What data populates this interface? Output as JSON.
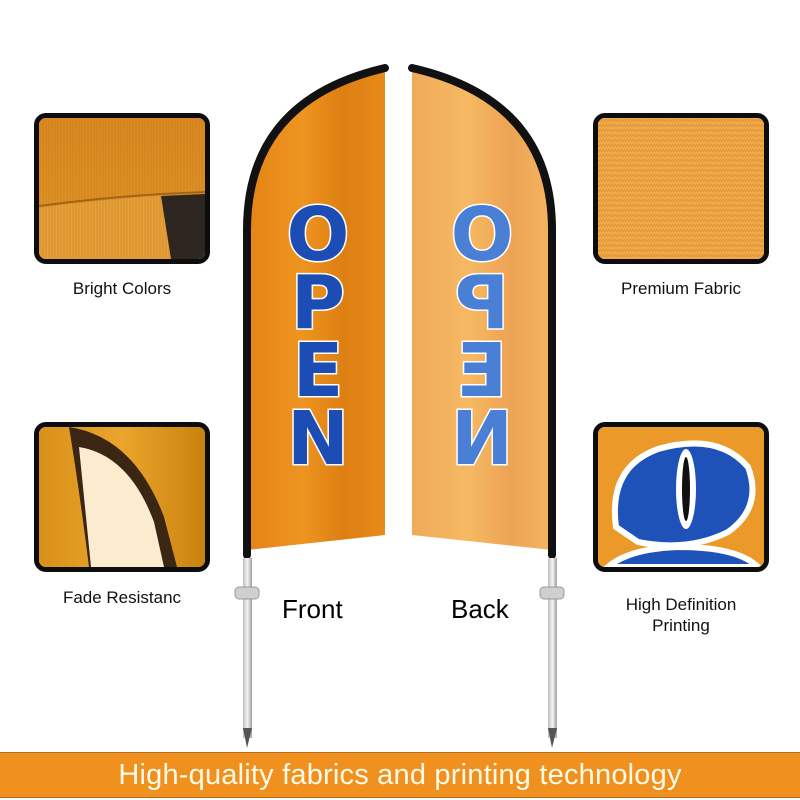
{
  "features": [
    {
      "id": "bright-colors",
      "label": "Bright Colors"
    },
    {
      "id": "premium-fabric",
      "label": "Premium Fabric"
    },
    {
      "id": "fade-resistance",
      "label": "Fade Resistanc"
    },
    {
      "id": "high-definition",
      "label_line1": "High Definition",
      "label_line2": "Printing"
    }
  ],
  "flags": {
    "front_label": "Front",
    "back_label": "Back",
    "text": "OPEN"
  },
  "banner": {
    "text": "High-quality fabrics and printing technology"
  },
  "colors": {
    "orange": "#e8891a",
    "orange_light": "#f3b060",
    "blue": "#1e4fb8",
    "blue_light": "#4a7fd6",
    "banner": "#f0901f",
    "frame": "#0d0d0d"
  }
}
